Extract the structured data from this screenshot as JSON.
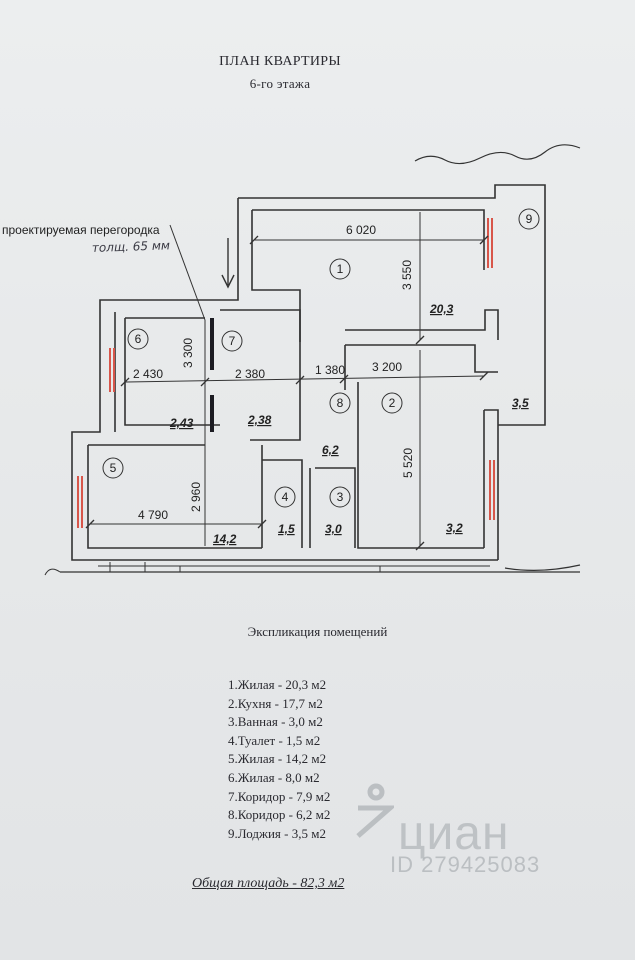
{
  "document": {
    "title": "ПЛАН КВАРТИРЫ",
    "subtitle": "6-го этажа",
    "annotation": {
      "partition": "проектируемая перегородка",
      "thickness": "толщ. 65 мм"
    },
    "rooms": [
      {
        "num": "1",
        "area": "20,3"
      },
      {
        "num": "2",
        "area": "3,2"
      },
      {
        "num": "3",
        "area": "3,0"
      },
      {
        "num": "4",
        "area": "1,5"
      },
      {
        "num": "5",
        "area": "14,2"
      },
      {
        "num": "6",
        "area": "2,43"
      },
      {
        "num": "7",
        "area": "2,38"
      },
      {
        "num": "8",
        "area": "6,2"
      },
      {
        "num": "9",
        "area": "3,5"
      }
    ],
    "dimensions": {
      "d6020": "6 020",
      "d3550": "3 550",
      "d3300": "3 300",
      "d2430": "2 430",
      "d2380": "2 380",
      "d1380": "1 380",
      "d3200": "3 200",
      "d5520": "5 520",
      "d2960": "2 960",
      "d4790": "4 790"
    },
    "explication_title": "Экспликация помещений",
    "explication": [
      "1.Жилая - 20,3 м2",
      "2.Кухня - 17,7 м2",
      "3.Ванная - 3,0 м2",
      "4.Туалет - 1,5 м2",
      "5.Жилая - 14,2 м2",
      "6.Жилая - 8,0 м2",
      "7.Коридор - 7,9 м2",
      "8.Коридор - 6,2 м2",
      "9.Лоджия - 3,5 м2"
    ],
    "total": "Общая площадь  -  82,3 м2"
  },
  "watermark": {
    "brand": "циан",
    "id": "ID 279425083"
  },
  "colors": {
    "paper": "#eceeef",
    "ink": "#2a2a30",
    "window": "#d8564a"
  }
}
